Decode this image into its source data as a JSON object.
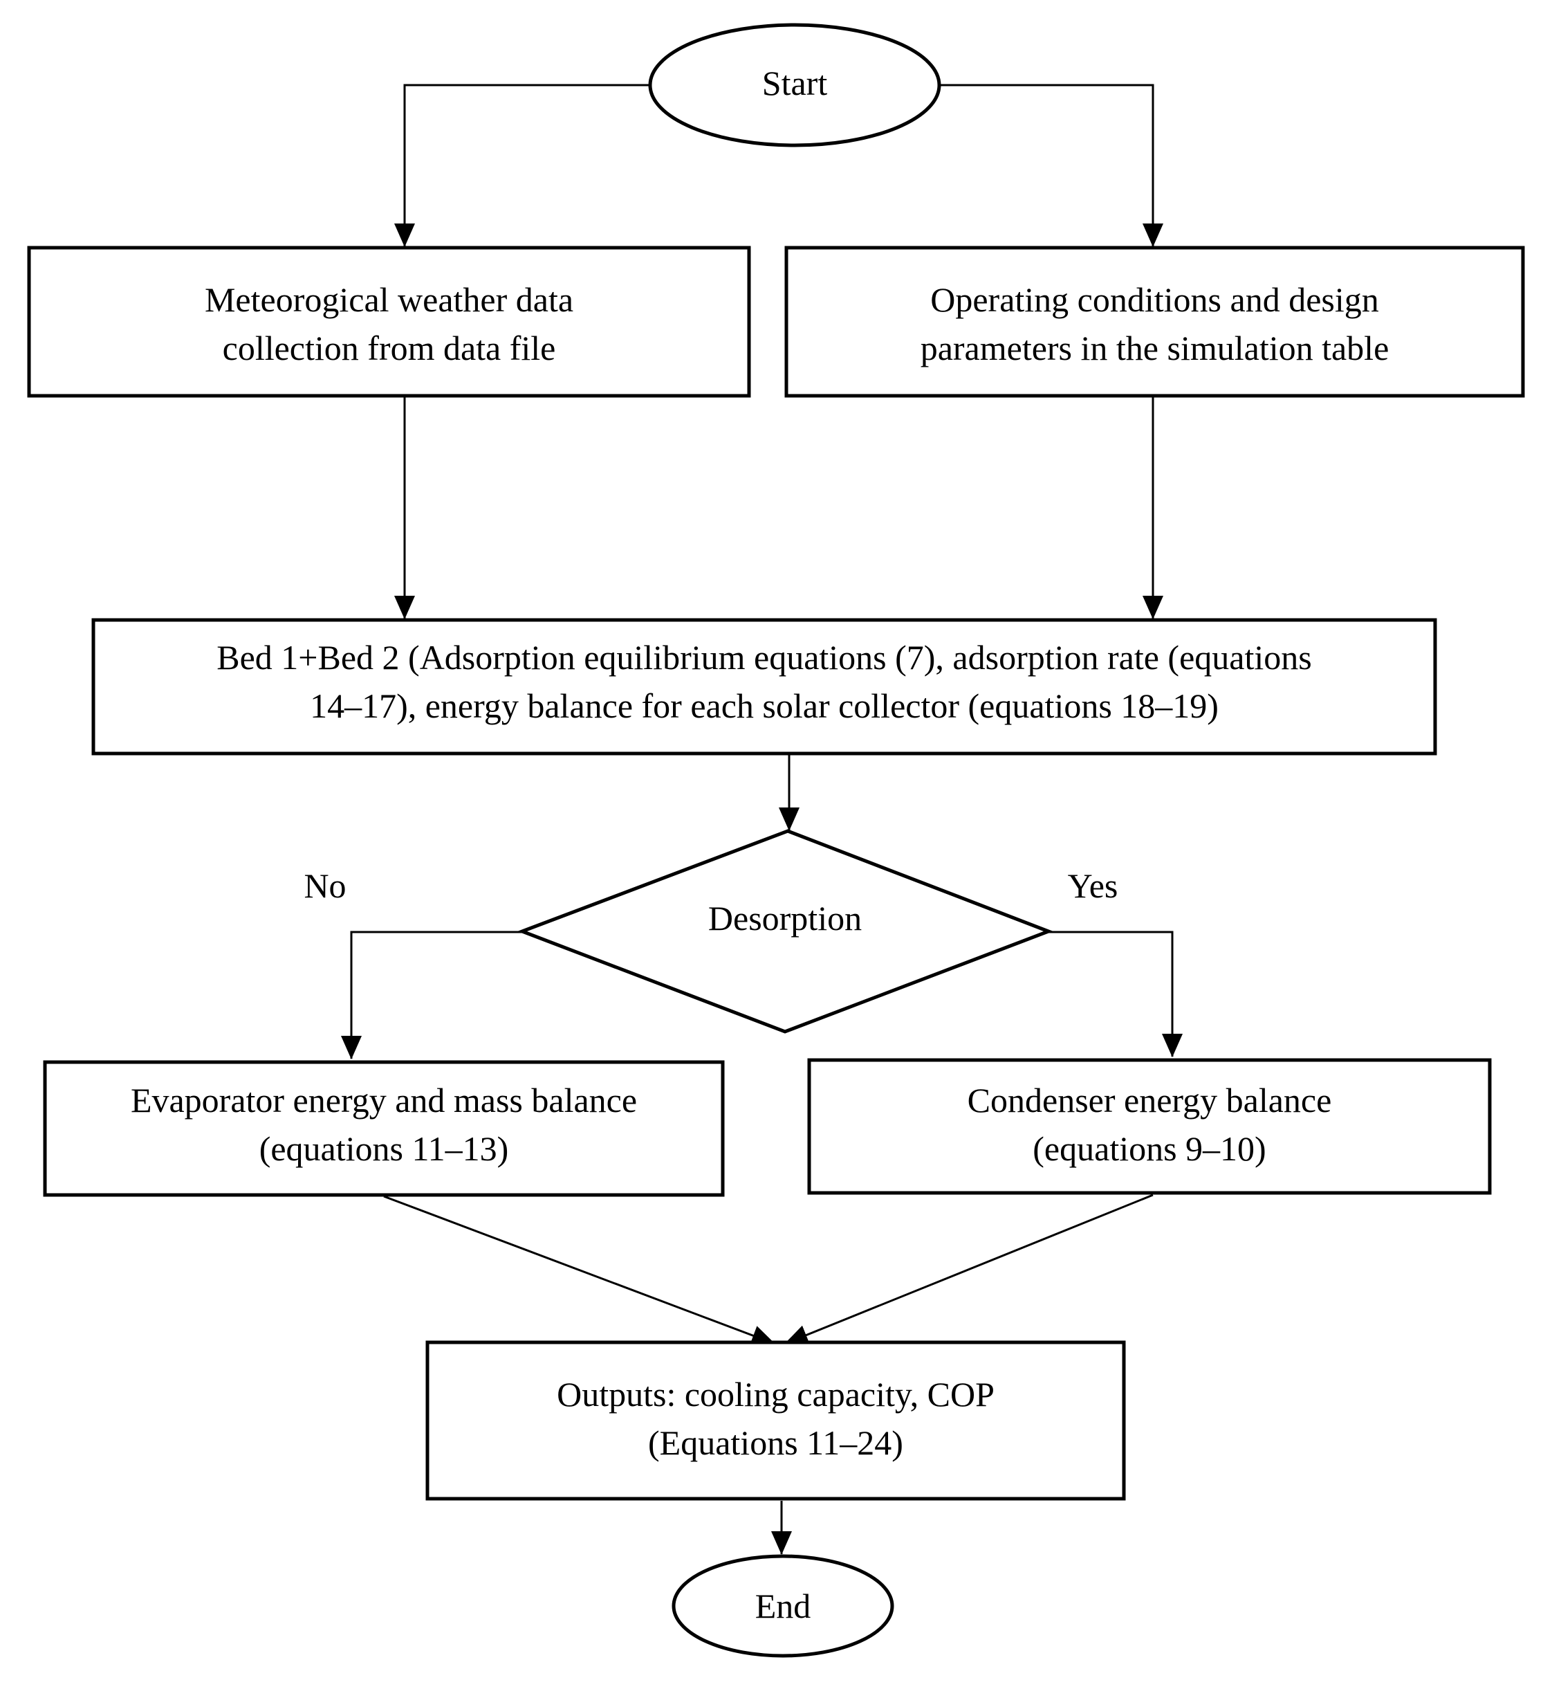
{
  "start": {
    "text": "Start"
  },
  "meteorological_box": {
    "lines": [
      "Meteorogical weather data",
      "collection from data file"
    ]
  },
  "operating_box": {
    "lines": [
      "Operating conditions and design",
      "parameters in the simulation table"
    ]
  },
  "bed_box": {
    "lines": [
      "Bed 1+Bed 2 (Adsorption equilibrium equations (7), adsorption rate (equations",
      "14–17), energy balance for each solar collector (equations 18–19)"
    ]
  },
  "decision": {
    "text": "Desorption",
    "no_label": "No",
    "yes_label": "Yes"
  },
  "evaporator_box": {
    "lines": [
      "Evaporator energy and mass balance",
      "(equations 11–13)"
    ]
  },
  "condenser_box": {
    "lines": [
      "Condenser energy balance",
      "(equations 9–10)"
    ]
  },
  "outputs_box": {
    "lines": [
      "Outputs: cooling capacity, COP",
      "(Equations 11–24)"
    ]
  },
  "end": {
    "text": "End"
  }
}
